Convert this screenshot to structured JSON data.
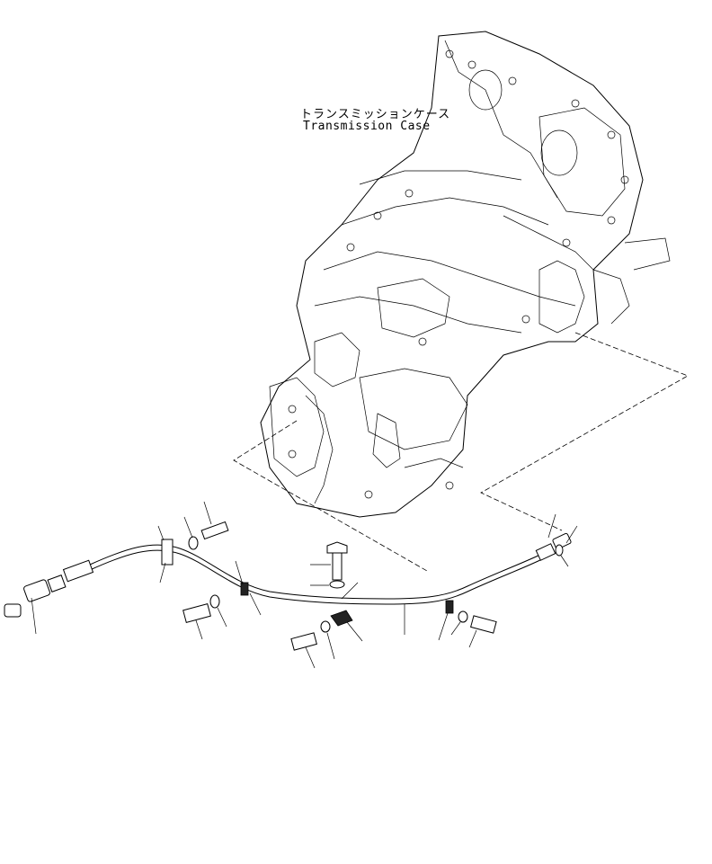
{
  "diagram": {
    "assembly_label_jp": "トランスミッションケース",
    "assembly_label_en": "Transmission Case",
    "parts": [
      {
        "part": "transmission-case",
        "icon": "transmission-case-icon"
      },
      {
        "part": "brake-tube",
        "icon": "tube-icon"
      },
      {
        "part": "hose-fitting-left",
        "icon": "fitting-icon"
      },
      {
        "part": "hose-fitting-right",
        "icon": "fitting-icon"
      },
      {
        "part": "clamp",
        "icon": "clamp-icon"
      },
      {
        "part": "bolt",
        "icon": "bolt-icon"
      },
      {
        "part": "washer",
        "icon": "washer-icon"
      },
      {
        "part": "o-ring",
        "icon": "o-ring-icon"
      },
      {
        "part": "block",
        "icon": "block-icon"
      }
    ]
  }
}
